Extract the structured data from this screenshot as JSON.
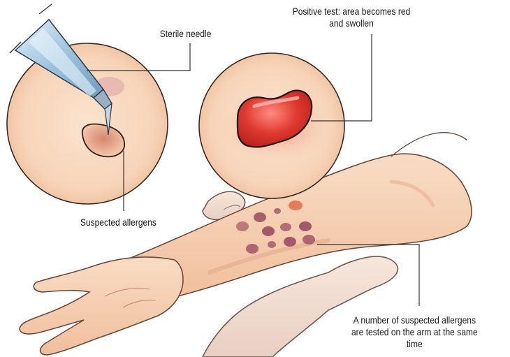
{
  "labels": {
    "sterile_needle": "Sterile needle",
    "positive_test_line1": "Positive test: area becomes red",
    "positive_test_line2": "and swollen",
    "suspected_allergens": "Suspected allergens",
    "multiple_line1": "A number of suspected allergens",
    "multiple_line2": "are tested on the arm at the same",
    "multiple_line3": "time"
  },
  "colors": {
    "skin": "#f6d2b6",
    "skin_shadow": "#e7a98a",
    "outline": "#3a2a22",
    "reaction_red": "#d9352e",
    "allergen_dot": "#a1525e",
    "positive_dot": "#e0734f",
    "needle_blue": "#8fb3cf",
    "leader_line": "#333333"
  },
  "icons": {
    "needle": "syringe-needle-icon"
  }
}
